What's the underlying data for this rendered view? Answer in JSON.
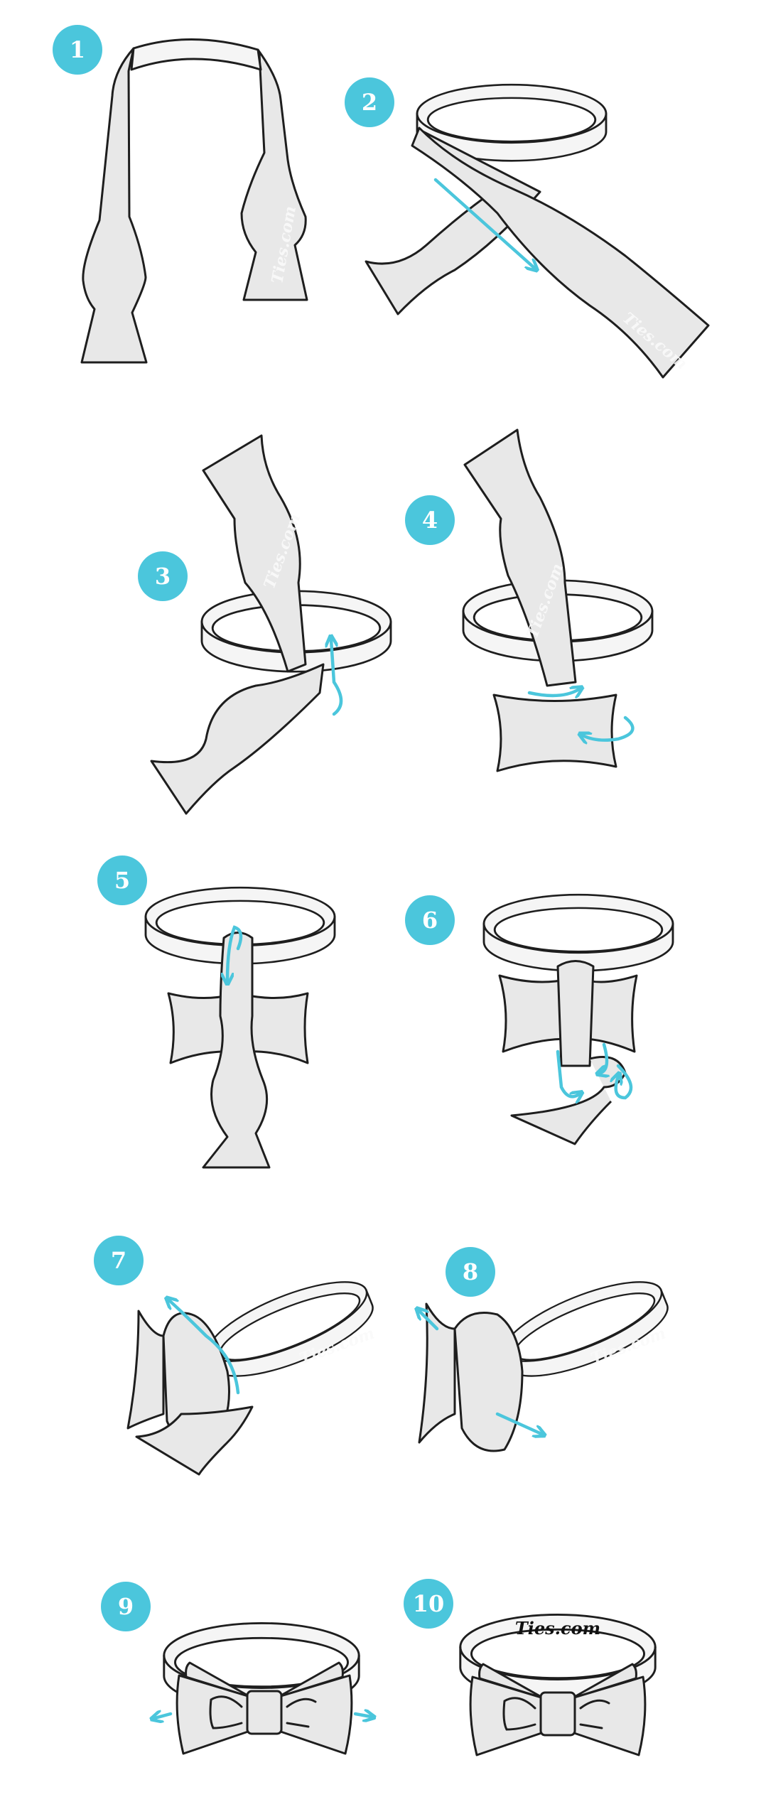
{
  "colors": {
    "badge": "#4bc6dc",
    "arrow": "#4bc6dc",
    "fabric": "#e8e8e8",
    "outline": "#1e1e1e"
  },
  "steps": [
    {
      "number": "1"
    },
    {
      "number": "2"
    },
    {
      "number": "3"
    },
    {
      "number": "4"
    },
    {
      "number": "5"
    },
    {
      "number": "6"
    },
    {
      "number": "7"
    },
    {
      "number": "8"
    },
    {
      "number": "9"
    },
    {
      "number": "10"
    }
  ],
  "watermark": "Ties.com",
  "logo": "Ties.com"
}
